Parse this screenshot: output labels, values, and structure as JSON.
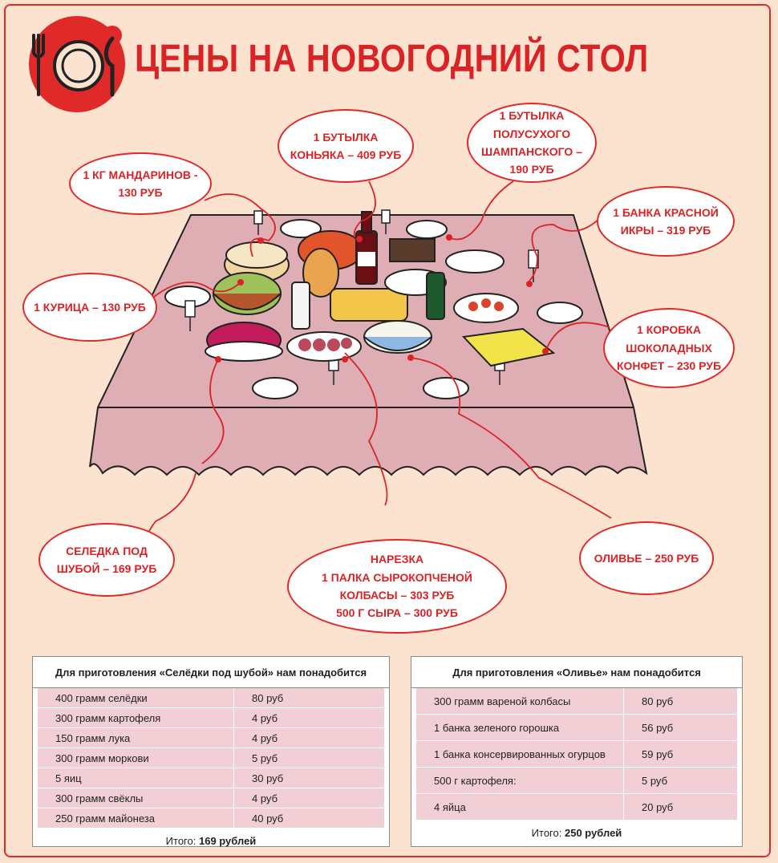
{
  "title": "ЦЕНЫ НА НОВОГОДНИЙ СТОЛ",
  "colors": {
    "accent": "#d92326",
    "background": "#fbe3cf",
    "tablecloth": "#deaeb4",
    "table_rows": "#f1cfd4"
  },
  "bubbles": {
    "mandarins": [
      "1 КГ МАНДАРИНОВ -",
      "130 РУБ"
    ],
    "cognac": [
      "1 БУТЫЛКА",
      "КОНЬЯКА – 409 РУБ"
    ],
    "champagne": [
      "1 БУТЫЛКА",
      "ПОЛУСУХОГО",
      "ШАМПАНСКОГО –",
      "190 РУБ"
    ],
    "caviar": [
      "1 БАНКА КРАСНОЙ",
      "ИКРЫ – 319 РУБ"
    ],
    "chicken": [
      "1 КУРИЦА – 130 РУБ"
    ],
    "chocolates": [
      "1 КОРОБКА",
      "ШОКОЛАДНЫХ",
      "КОНФЕТ – 230 РУБ"
    ],
    "herring": [
      "СЕЛЕДКА ПОД",
      "ШУБОЙ – 169 РУБ"
    ],
    "cold_cuts": [
      "НАРЕЗКА",
      "1 ПАЛКА СЫРОКОПЧЕНОЙ",
      "КОЛБАСЫ – 303 РУБ",
      "500 Г СЫРА – 300 РУБ"
    ],
    "olivier": [
      "ОЛИВЬЕ – 250 РУБ"
    ]
  },
  "herring_table": {
    "header": "Для приготовления «Селёдки под шубой» нам понадобится",
    "rows": [
      [
        "400 грамм селёдки",
        "80 руб"
      ],
      [
        "300 грамм картофеля",
        "4 руб"
      ],
      [
        "150 грамм лука",
        "4 руб"
      ],
      [
        "300 грамм моркови",
        "5 руб"
      ],
      [
        "5 яиц",
        "30 руб"
      ],
      [
        "300 грамм свёклы",
        "4 руб"
      ],
      [
        "250 грамм майонеза",
        "40 руб"
      ]
    ],
    "total_label": "Итого:",
    "total_value": "169 рублей"
  },
  "olivier_table": {
    "header": "Для приготовления «Оливье» нам понадобится",
    "rows": [
      [
        "300 грамм вареной колбасы",
        "80 руб"
      ],
      [
        "1 банка зеленого горошка",
        "56 руб"
      ],
      [
        "1 банка консервированных огурцов",
        "59 руб"
      ],
      [
        "500 г картофеля:",
        "5 руб"
      ],
      [
        "4 яйца",
        "20 руб"
      ]
    ],
    "total_label": "Итого:",
    "total_value": "250 рублей"
  }
}
